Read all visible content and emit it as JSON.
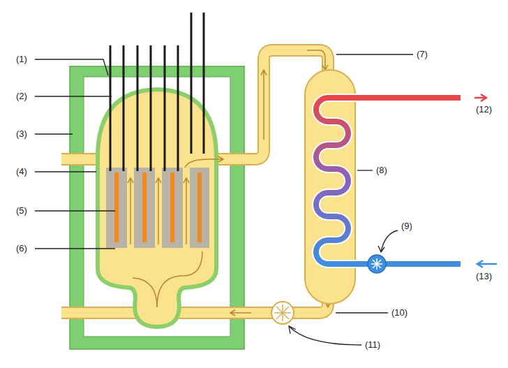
{
  "diagram": {
    "labels": [
      "(1)",
      "(2)",
      "(3)",
      "(4)",
      "(5)",
      "(6)",
      "(7)",
      "(8)",
      "(9)",
      "(10)",
      "(11)",
      "(12)",
      "(13)"
    ]
  }
}
